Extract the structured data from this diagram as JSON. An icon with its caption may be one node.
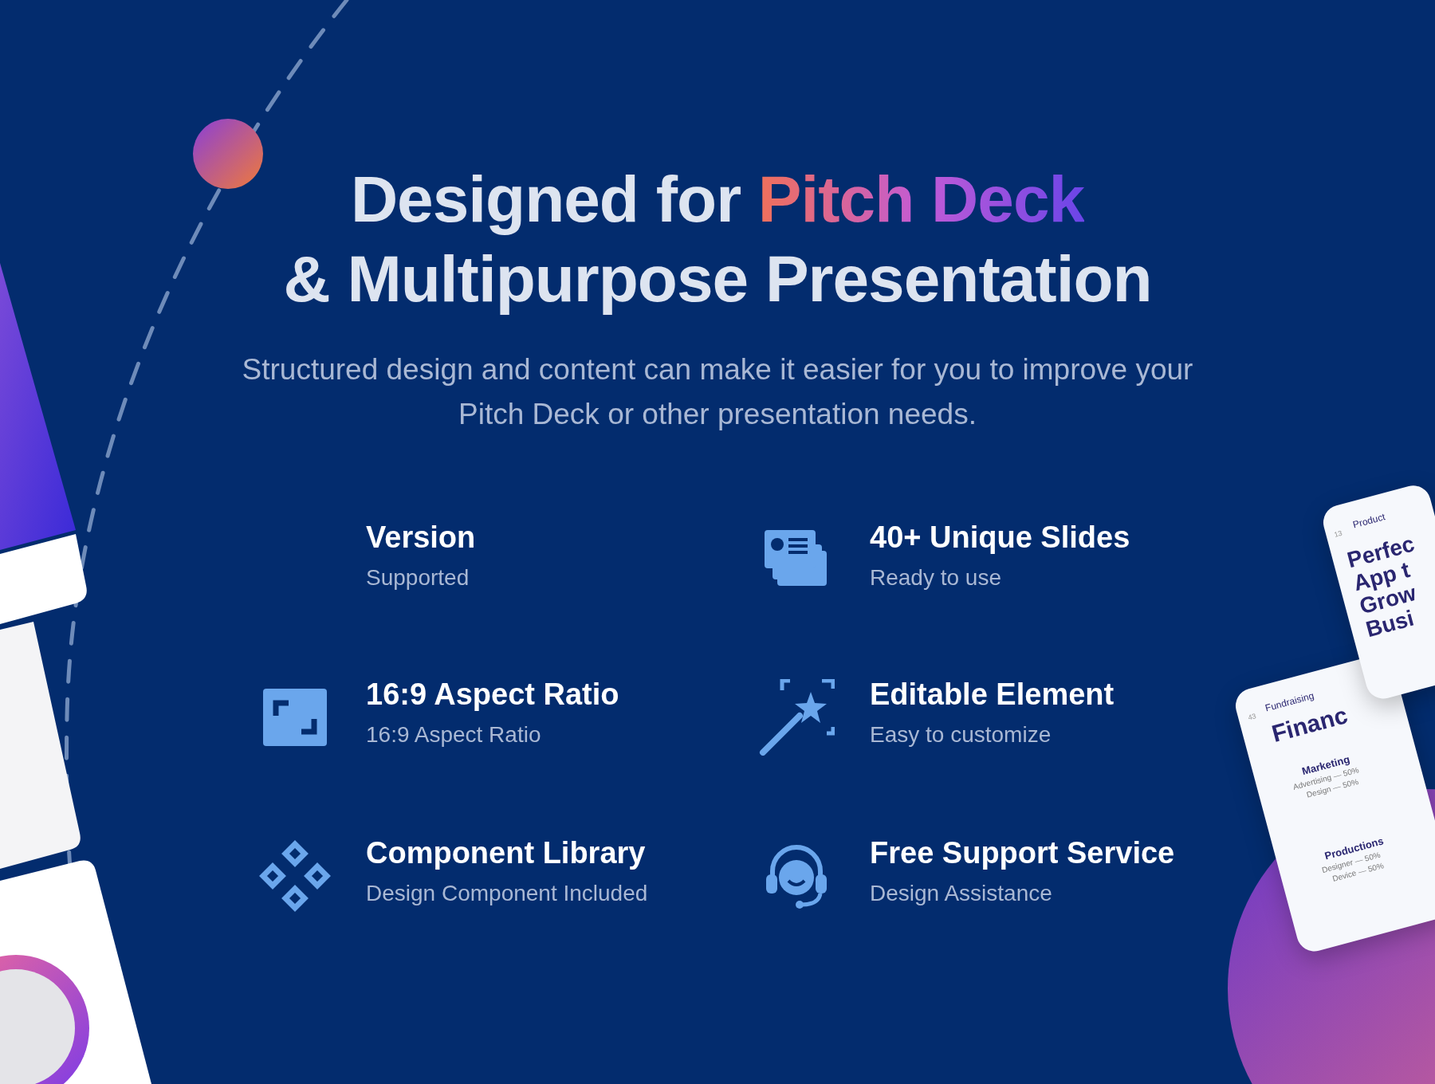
{
  "diagram": {
    "title": "Designed for **Pitch Deck** & Multipurpose Presentation",
    "labels": [
      "Structured design and content can make it easier for you to improve your Pitch Deck or other presentation needs.",
      "Version",
      "Supported",
      "40+ Unique Slides",
      "Ready to use",
      "16:9 Aspect Ratio",
      "16:9 Aspect Ratio",
      "Editable Element",
      "Easy to customize",
      "Component Library",
      "Design Component Included",
      "Free Support Service",
      "Design Assistance",
      "Product",
      "13",
      "Perfec App t Grow Busi",
      "43",
      "Fundraising",
      "Financ",
      "Marketing",
      "Advertising — 50%",
      "Design — 50%",
      "Productions",
      "Designer — 50%",
      "Device — 50%"
    ]
  }
}
